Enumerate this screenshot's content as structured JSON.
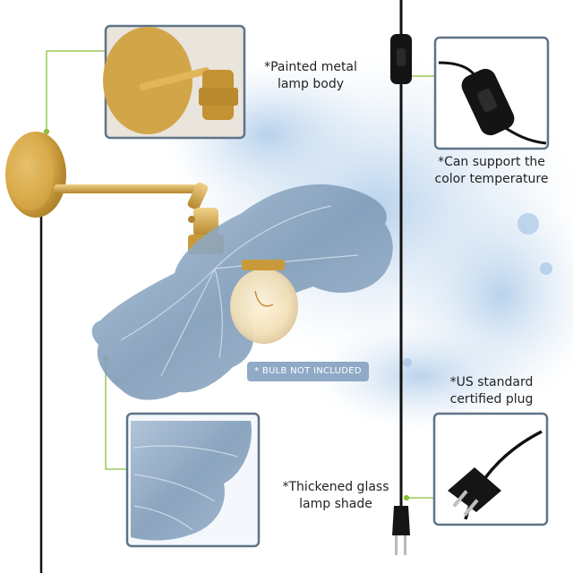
{
  "colors": {
    "frame": "#5f7387",
    "leader": "#8bbf3c",
    "brass": "#c99a3a",
    "glass": "#7f9bb8",
    "badge": "#8fa9c6",
    "watercolor": "#b9d3ec",
    "cord": "#111111"
  },
  "callouts": {
    "body": {
      "line1": "*Painted metal",
      "line2": "lamp body"
    },
    "temperature": {
      "line1": "*Can support the",
      "line2": "color temperature"
    },
    "plug": {
      "line1": "*US standard",
      "line2": "certified plug"
    },
    "shade": {
      "line1": "*Thickened glass",
      "line2": "lamp shade"
    }
  },
  "badge": {
    "label": "* BULB NOT INCLUDED"
  }
}
